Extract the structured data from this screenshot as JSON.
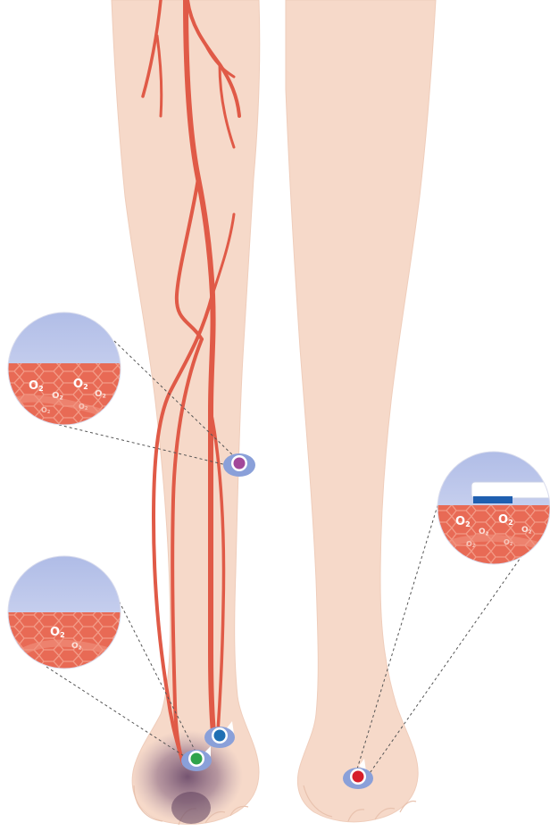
{
  "colors": {
    "background": "#ffffff",
    "skin": "#f6d9c9",
    "skin_edge": "#eec7b3",
    "artery": "#e05a47",
    "tissue": "#e86a55",
    "tissue_cells": "#f29a86",
    "bubble": "#c4cdee",
    "bubble_light": "#e3e7f7",
    "ischemia": "#7d5e78",
    "sensor_ring": "#8aa0d9",
    "sensor_purple": "#a2489a",
    "sensor_blue": "#1f6fb3",
    "sensor_green": "#2fa34a",
    "sensor_red": "#d61e2b",
    "probe_blue": "#1f5fb0"
  },
  "magnifiers": [
    {
      "id": "calf",
      "sensor": "purple",
      "labels": [
        "O2",
        "O2",
        "O2",
        "O2",
        "O2",
        "O2"
      ]
    },
    {
      "id": "foot",
      "sensor": "green",
      "labels": [
        "O2",
        "O2"
      ]
    },
    {
      "id": "reference",
      "sensor": "red",
      "labels": [
        "O2",
        "O2",
        "O2",
        "O2",
        "O2",
        "O2"
      ]
    }
  ],
  "sensors": [
    {
      "id": "calf",
      "color": "purple"
    },
    {
      "id": "dorsum",
      "color": "blue"
    },
    {
      "id": "forefoot",
      "color": "green"
    },
    {
      "id": "right-foot",
      "color": "red"
    }
  ]
}
